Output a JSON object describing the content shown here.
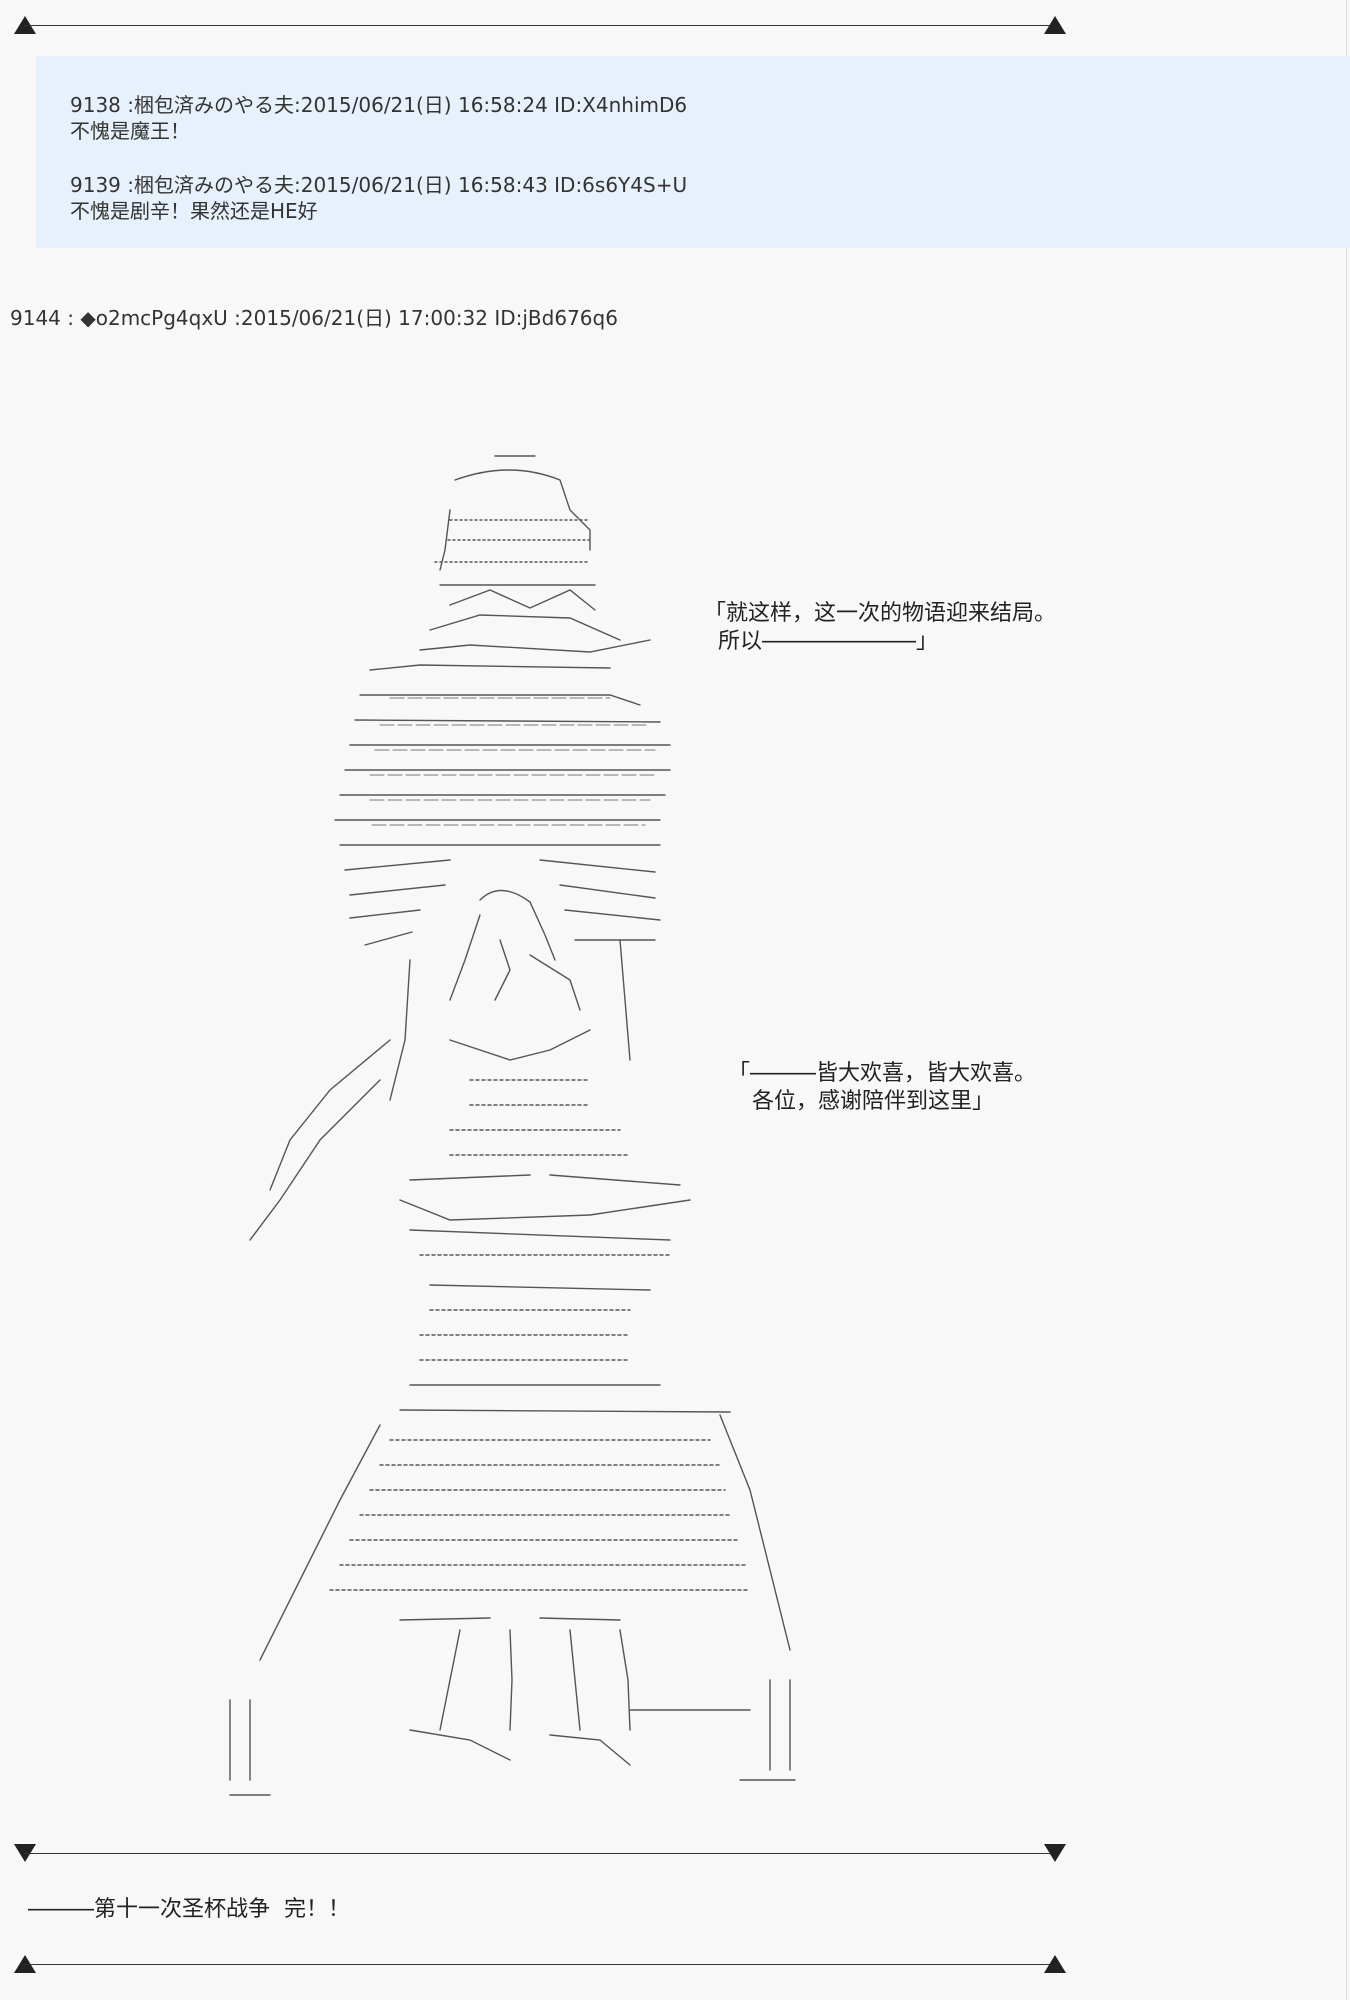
{
  "quoted_posts": [
    {
      "header": "9138 :梱包済みのやる夫:2015/06/21(日) 16:58:24 ID:X4nhimD6",
      "body": "不愧是魔王！"
    },
    {
      "header": "9139 :梱包済みのやる夫:2015/06/21(日) 16:58:43 ID:6s6Y4S+U",
      "body": "不愧是剧辛！果然还是HE好"
    }
  ],
  "main_post": {
    "header": "9144 : ◆o2mcPg4qxU :2015/06/21(日) 17:00:32 ID:jBd676q6",
    "speech_1_line1": "「就这样，这一次的物语迎来结局。",
    "speech_1_line2": "所以―――――――」",
    "speech_2_line1": "「―――皆大欢喜，皆大欢喜。",
    "speech_2_line2": "各位，感谢陪伴到这里」"
  },
  "footer": {
    "text": "―――第十一次圣杯战争  完！！"
  },
  "colors": {
    "quote_bg": "#e7f1fb",
    "page_bg": "#f8f8f8",
    "text": "#333333"
  }
}
